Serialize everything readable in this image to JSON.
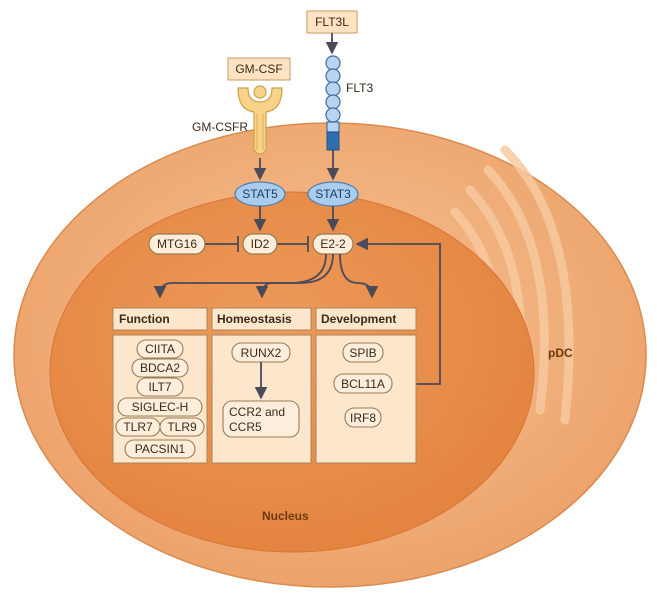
{
  "ligands": {
    "flt3l": "FLT3L",
    "gmcsf": "GM-CSF"
  },
  "receptors": {
    "flt3": "FLT3",
    "gmcsfr": "GM-CSFR"
  },
  "stats": {
    "stat5": "STAT5",
    "stat3": "STAT3"
  },
  "regulators": {
    "mtg16": "MTG16",
    "id2": "ID2",
    "e22": "E2-2"
  },
  "compartments": {
    "cell": "pDC",
    "nucleus": "Nucleus"
  },
  "panels": {
    "function": {
      "title": "Function",
      "items": [
        "CIITA",
        "BDCA2",
        "ILT7",
        "SIGLEC-H",
        "TLR7",
        "TLR9",
        "PACSIN1"
      ]
    },
    "homeostasis": {
      "title": "Homeostasis",
      "items": [
        "RUNX2",
        "CCR2 and",
        "CCR5"
      ]
    },
    "development": {
      "title": "Development",
      "items": [
        "SPIB",
        "BCL11A",
        "IRF8"
      ]
    }
  },
  "colors": {
    "cytoplasm": "#f2ad78",
    "nucleus": "#e98f4f",
    "panel_fill": "#fde7cc",
    "box_fill": "#fdeedb",
    "stat_fill": "#a9cdee",
    "arrow": "#4a4a5a"
  }
}
